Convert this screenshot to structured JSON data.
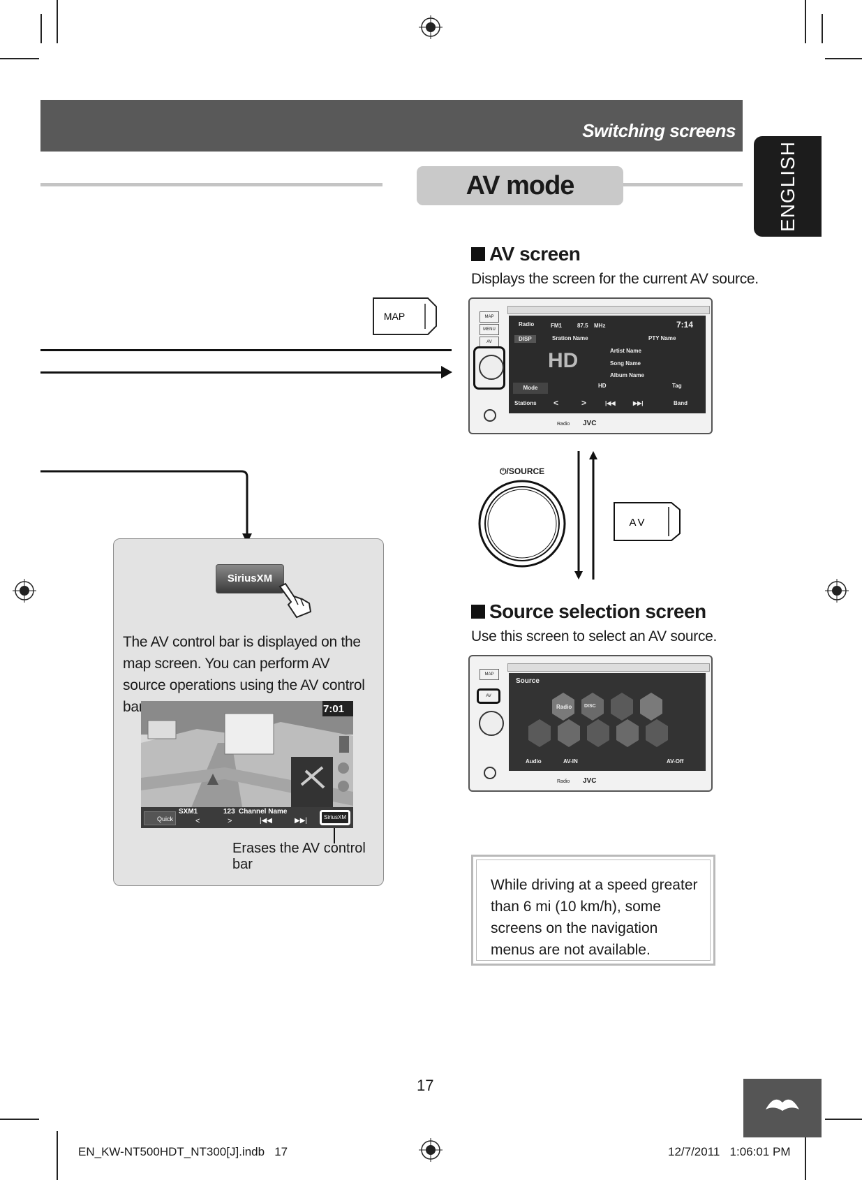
{
  "header": {
    "title": "Switching screens"
  },
  "language_tab": {
    "label": "ENGLISH"
  },
  "section": {
    "title": "AV mode"
  },
  "map_button": {
    "label": "MAP"
  },
  "av_screen": {
    "heading": "AV screen",
    "description": "Displays the screen for the current AV source.",
    "status": {
      "band": "FM1",
      "frequency": "87.5",
      "unit": "MHz",
      "clock": "7:14"
    },
    "tags": {
      "hd_radio": "Radio",
      "disp": "DISP",
      "station": "Sration Name",
      "pty": "PTY Name",
      "artist": "Artist Name",
      "song": "Song Name",
      "album": "Album Name"
    },
    "buttons": {
      "mode": "Mode",
      "hd": "HD",
      "tag": "Tag",
      "stations": "Stations",
      "band": "Band"
    }
  },
  "device_side": {
    "map": "MAP",
    "menu": "MENU",
    "av": "AV"
  },
  "device_brand": "JVC",
  "device_logos": {
    "hd_radio": "Radio"
  },
  "source_knob": {
    "label": "⏻/SOURCE"
  },
  "av_button": {
    "label": "AV"
  },
  "source_selection": {
    "heading": "Source selection screen",
    "description": "Use this screen to select an AV source.",
    "screen_title": "Source",
    "tiles": {
      "radio": "Radio",
      "disc": "DISC"
    },
    "bottom": {
      "audio": "Audio",
      "av_in": "AV-IN",
      "av_off": "AV-Off"
    }
  },
  "callout": {
    "siriusxm_button": "SiriusXM",
    "text": "The AV control bar is displayed on the map screen. You can perform AV source operations using the AV control bar.",
    "map_clock": "7:01",
    "bar": {
      "quick": "Quick",
      "channel_id": "SXM1",
      "channel_number": "123",
      "channel_name": "Channel Name",
      "sirius": "SiriusXM"
    },
    "caption": "Erases the AV control bar"
  },
  "note": {
    "text": "While driving at a speed greater than 6 mi (10 km/h), some screens on the navigation menus are not available."
  },
  "page_number": "17",
  "footer": {
    "file": "EN_KW-NT500HDT_NT300[J].indb   17",
    "timestamp": "12/7/2011   1:06:01 PM"
  }
}
